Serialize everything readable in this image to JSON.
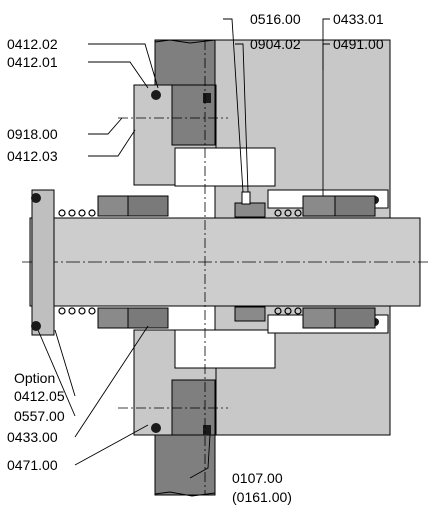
{
  "labels": {
    "l0412_02": "0412.02",
    "l0412_01": "0412.01",
    "l0918_00": "0918.00",
    "l0412_03": "0412.03",
    "l0516_00": "0516.00",
    "l0433_01": "0433.01",
    "l0904_02": "0904.02",
    "l0491_00": "0491.00",
    "option": "Option",
    "l0412_05": "0412.05",
    "l0557_00": "0557.00",
    "l0433_00": "0433.00",
    "l0471_00": "0471.00",
    "l0107_00": "0107.00",
    "l0161_00": "(0161.00)"
  },
  "colors": {
    "housing": "#c8c8c8",
    "wall": "#7f7f7f",
    "shaft": "#cdcdcd",
    "dark": "#1a1a1a",
    "line": "#000000"
  }
}
